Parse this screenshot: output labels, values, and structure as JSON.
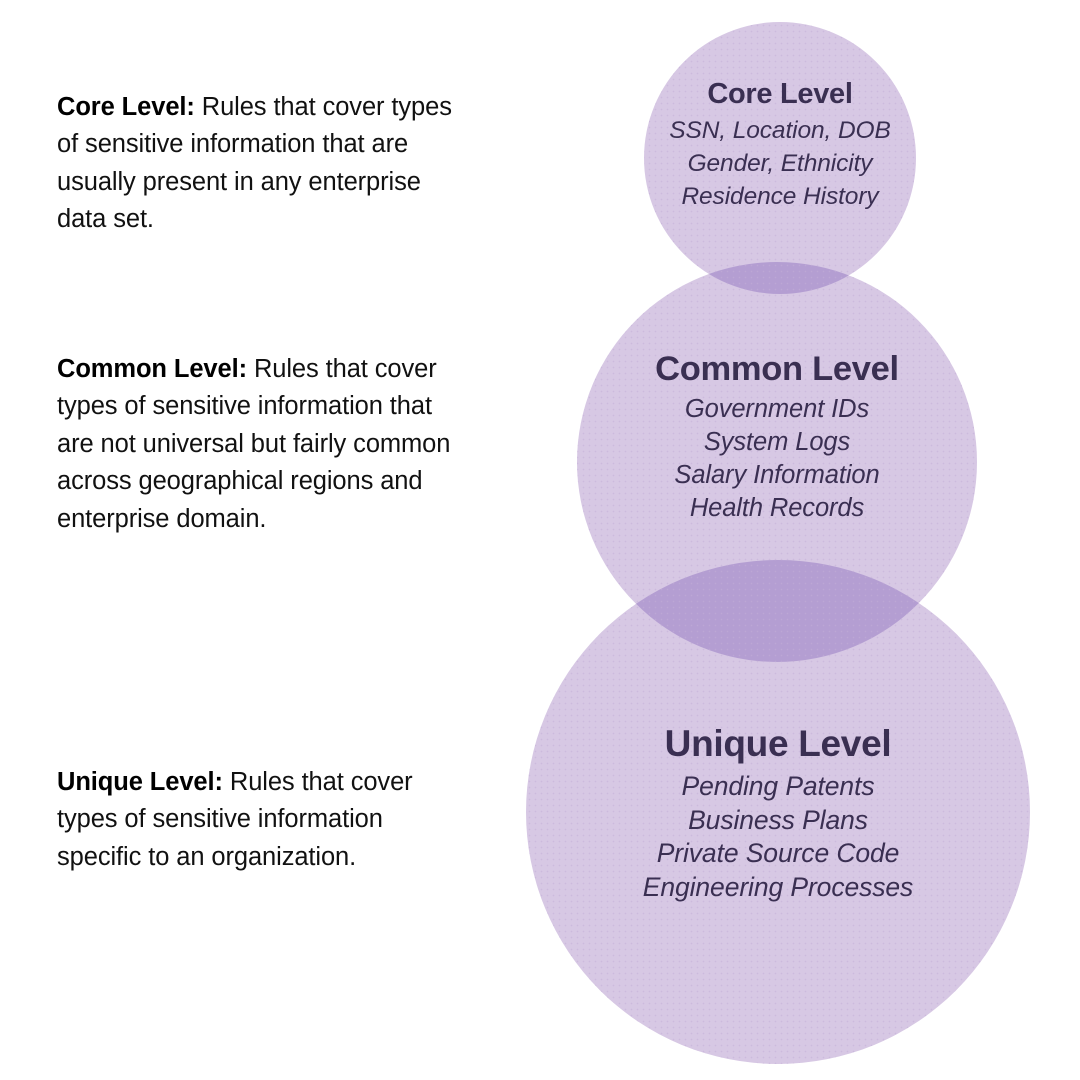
{
  "diagram": {
    "type": "venn-stack",
    "palette": {
      "circle_fill": "#d7c8e4",
      "overlap_fill": "#b49ed2",
      "circle_text": "#3a2f52",
      "body_text": "#111111",
      "background": "#ffffff"
    },
    "circles": [
      {
        "id": "core",
        "title": "Core Level",
        "items": [
          "SSN, Location, DOB",
          "Gender, Ethnicity",
          "Residence History"
        ]
      },
      {
        "id": "common",
        "title": "Common Level",
        "items": [
          "Government IDs",
          "System Logs",
          "Salary Information",
          "Health Records"
        ]
      },
      {
        "id": "unique",
        "title": "Unique Level",
        "items": [
          "Pending Patents",
          "Business Plans",
          "Private Source Code",
          "Engineering Processes"
        ]
      }
    ]
  },
  "descriptions": [
    {
      "id": "core",
      "lead": "Core Level:",
      "text": " Rules that cover types of sensitive information that are usually present in any enterprise data set."
    },
    {
      "id": "common",
      "lead": "Common Level:",
      "text": " Rules that cover types of sensitive information that are not universal but fairly common across geographical regions and enterprise domain."
    },
    {
      "id": "unique",
      "lead": "Unique Level:",
      "text": " Rules that cover types of sensitive information specific to an organization."
    }
  ]
}
